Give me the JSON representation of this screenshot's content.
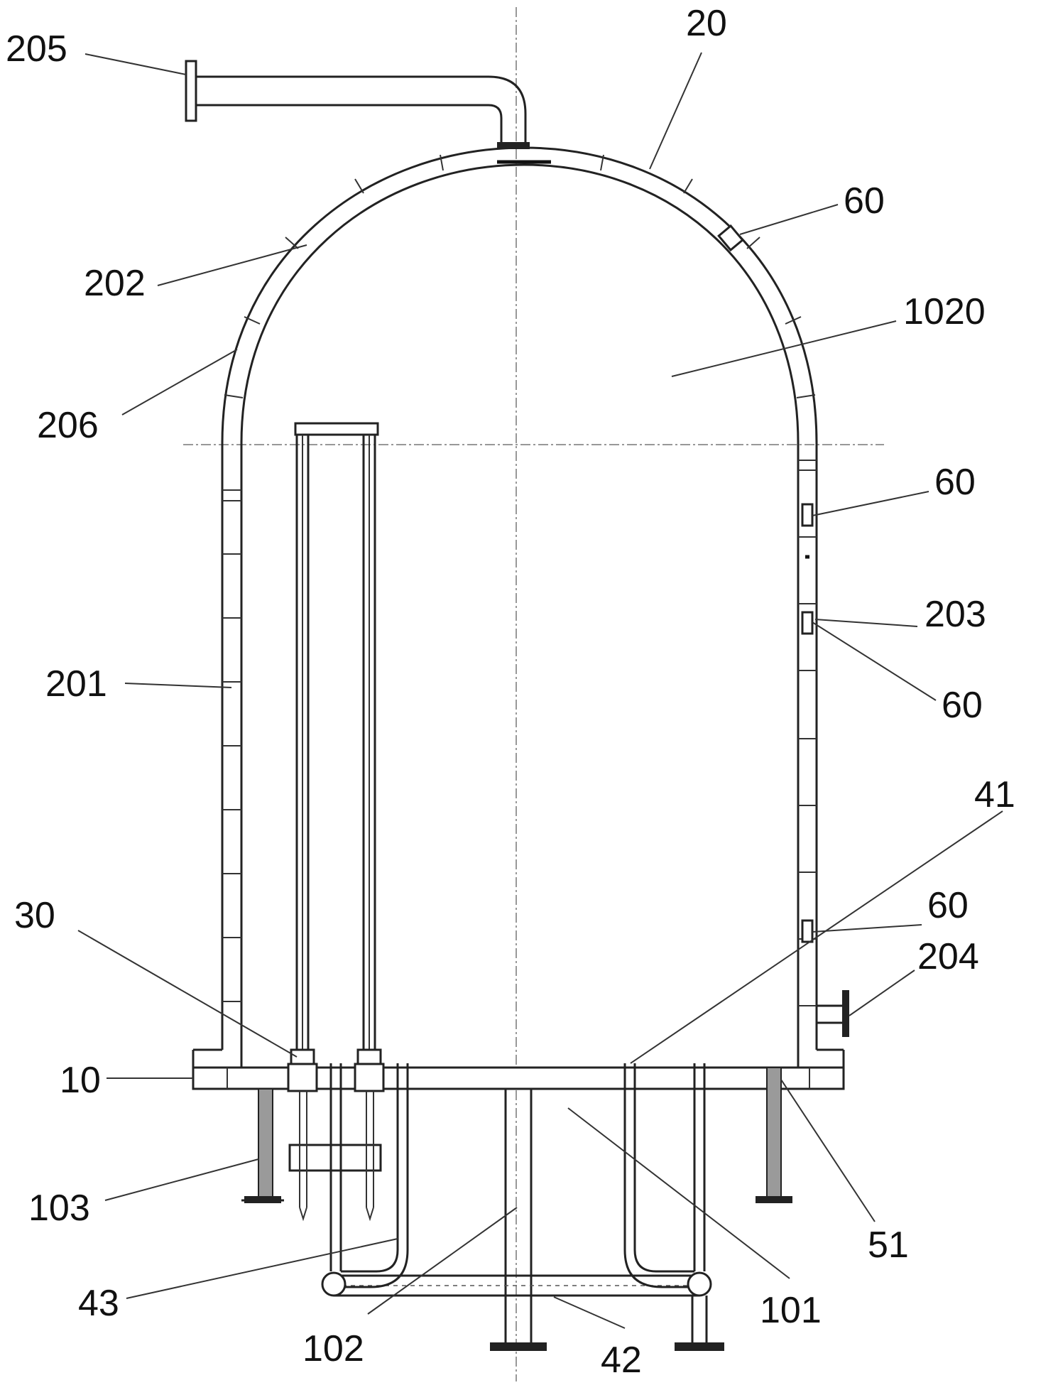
{
  "labels": {
    "l205": "205",
    "l20": "20",
    "l60a": "60",
    "l202": "202",
    "l1020": "1020",
    "l206": "206",
    "l60b": "60",
    "l203": "203",
    "l201": "201",
    "l60c": "60",
    "l41": "41",
    "l60d": "60",
    "l30": "30",
    "l204": "204",
    "l10": "10",
    "l103": "103",
    "l51": "51",
    "l43": "43",
    "l101": "101",
    "l102": "102",
    "l42": "42"
  }
}
